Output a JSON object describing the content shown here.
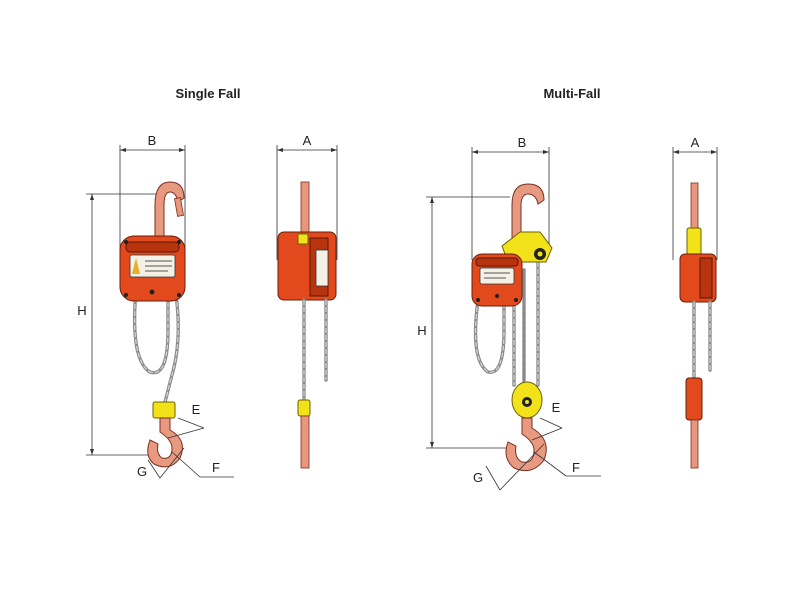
{
  "sections": {
    "single_fall": {
      "title": "Single Fall"
    },
    "multi_fall": {
      "title": "Multi-Fall"
    }
  },
  "dimensions": {
    "single_front": {
      "width": "B",
      "height": "H",
      "e": "E",
      "f": "F",
      "g": "G"
    },
    "single_side": {
      "width": "A"
    },
    "multi_front": {
      "width": "B",
      "height": "H",
      "e": "E",
      "f": "F",
      "g": "G"
    },
    "multi_side": {
      "width": "A"
    }
  },
  "colors": {
    "body_red": "#e24a1e",
    "hook_salmon": "#e89a80",
    "block_yellow": "#f2e21a",
    "chain_grey": "#8a8a8a"
  }
}
